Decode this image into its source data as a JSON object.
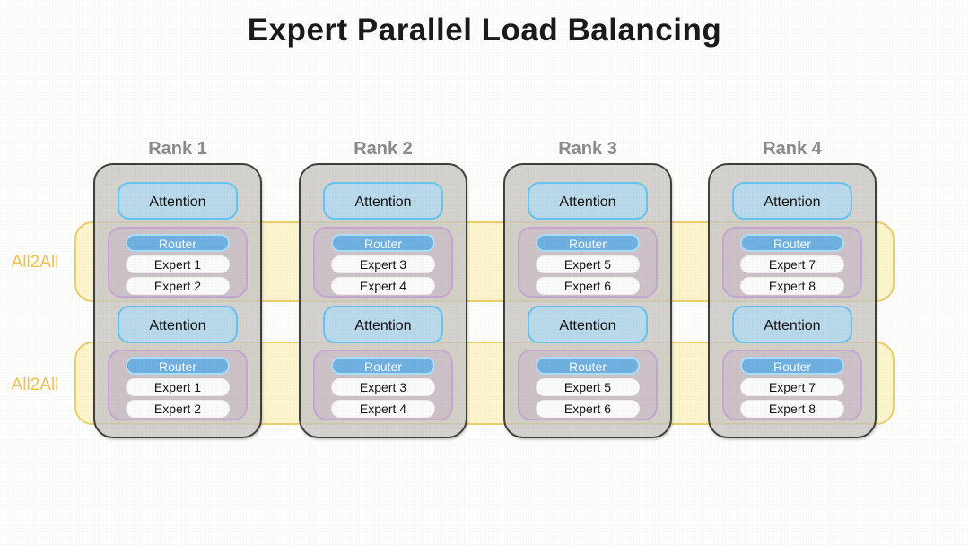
{
  "title": "Expert Parallel Load Balancing",
  "all2all": {
    "label_top": "All2All",
    "label_bottom": "All2All"
  },
  "ranks": [
    {
      "label": "Rank 1",
      "layers": [
        {
          "attention": "Attention",
          "router": "Router",
          "experts": [
            "Expert 1",
            "Expert 2"
          ]
        },
        {
          "attention": "Attention",
          "router": "Router",
          "experts": [
            "Expert 1",
            "Expert 2"
          ]
        }
      ]
    },
    {
      "label": "Rank 2",
      "layers": [
        {
          "attention": "Attention",
          "router": "Router",
          "experts": [
            "Expert 3",
            "Expert 4"
          ]
        },
        {
          "attention": "Attention",
          "router": "Router",
          "experts": [
            "Expert 3",
            "Expert 4"
          ]
        }
      ]
    },
    {
      "label": "Rank 3",
      "layers": [
        {
          "attention": "Attention",
          "router": "Router",
          "experts": [
            "Expert 5",
            "Expert 6"
          ]
        },
        {
          "attention": "Attention",
          "router": "Router",
          "experts": [
            "Expert 5",
            "Expert 6"
          ]
        }
      ]
    },
    {
      "label": "Rank 4",
      "layers": [
        {
          "attention": "Attention",
          "router": "Router",
          "experts": [
            "Expert 7",
            "Expert 8"
          ]
        },
        {
          "attention": "Attention",
          "router": "Router",
          "experts": [
            "Expert 7",
            "Expert 8"
          ]
        }
      ]
    }
  ],
  "colors": {
    "title_text": "#1a1a1a",
    "rank_label": "#8a8a8a",
    "box_border": "#3f3f3f",
    "attention_fill": "#b9d8e9",
    "attention_border": "#67c3ee",
    "band_fill": "#fbf4cd",
    "band_border": "#e9cf6a",
    "all2all_text": "#f2c24d",
    "moe_fill": "#cdc1c8",
    "moe_border": "#c7a5d3",
    "router_fill": "#6fb0e0",
    "router_border": "#abddf4",
    "expert_fill": "#fafafa"
  }
}
